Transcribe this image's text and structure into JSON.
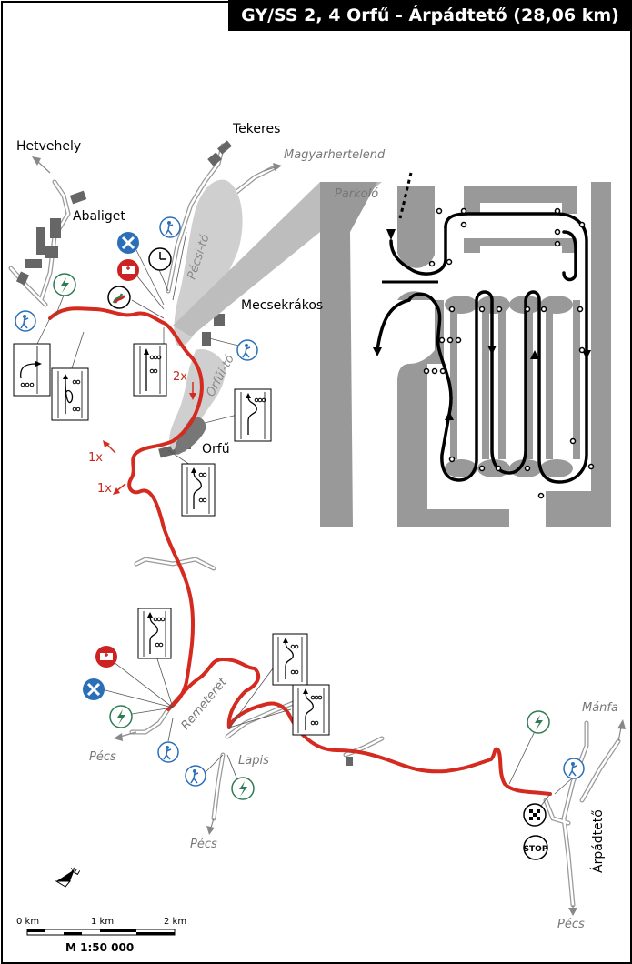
{
  "title": "GY/SS 2, 4 Orfű - Árpádtető (28,06 km)",
  "places": {
    "hetvehely": "Hetvehely",
    "abaliget": "Abaliget",
    "tekeres": "Tekeres",
    "magyarhertelend": "Magyarhertelend",
    "mecsekrakos": "Mecsekrákos",
    "orfu": "Orfű",
    "remeteret": "Remeterét",
    "lapis": "Lapis",
    "pecs_1": "Pécs",
    "pecs_2": "Pécs",
    "pecs_3": "Pécs",
    "manfa": "Mánfa",
    "arpadteto": "Árpádtető",
    "parkolo": "Parkoló"
  },
  "lakes": {
    "pecsi_to": "Pécsi-tó",
    "orfui_to": "Orfűi-tó"
  },
  "laps": {
    "lap_2x": "2x",
    "lap_1x_a": "1x",
    "lap_1x_b": "1x"
  },
  "stop_label": "STOP",
  "scale": {
    "t0": "0 km",
    "t1": "1 km",
    "t2": "2 km",
    "ratio": "M 1:50 000"
  },
  "north_label": "É",
  "colors": {
    "route": "#d42a1f",
    "roads": "#999999",
    "water": "#cfcfcf",
    "accent_green": "#2e7d52",
    "accent_blue": "#2a6fb8",
    "accent_red": "#cc2222"
  }
}
